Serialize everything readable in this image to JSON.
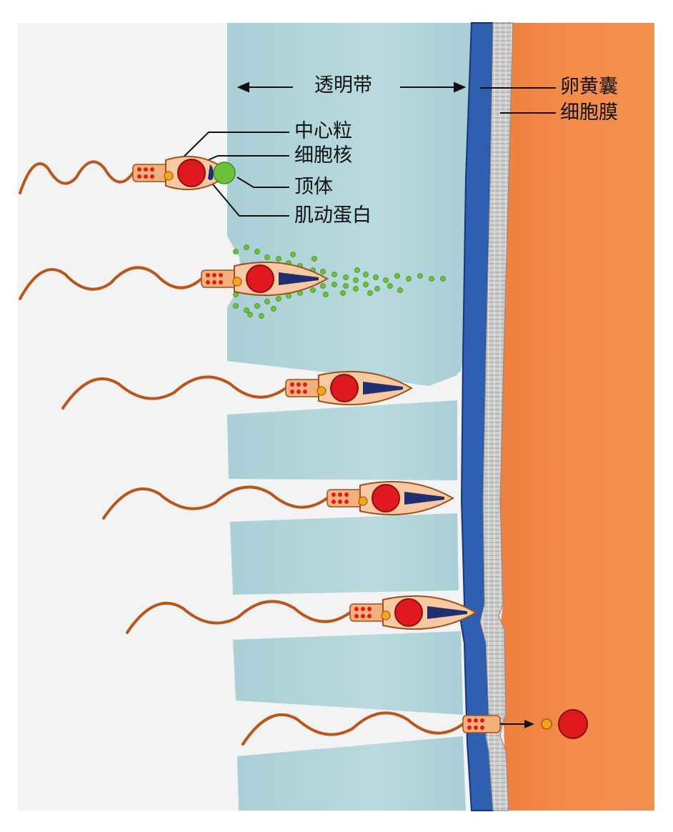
{
  "labels": {
    "zona_pellucida": "透明带",
    "vitelline_layer": "卵黄囊",
    "cell_membrane": "细胞膜",
    "centriole": "中心粒",
    "nucleus": "细胞核",
    "acrosome": "顶体",
    "actin": "肌动蛋白"
  },
  "colors": {
    "background": "#f4f4f4",
    "zona": "#b3d4da",
    "zona_dark": "#8fbcc6",
    "vitelline": "#2f5fb0",
    "membrane": "#c7c7c7",
    "egg": "#f0894a",
    "tail": "#b8561c",
    "sperm_body": "#f7c9a3",
    "nucleus": "#e0191e",
    "acrosome": "#6dc13a",
    "actin": "#1f2e6e",
    "centriole": "#f2a516"
  }
}
